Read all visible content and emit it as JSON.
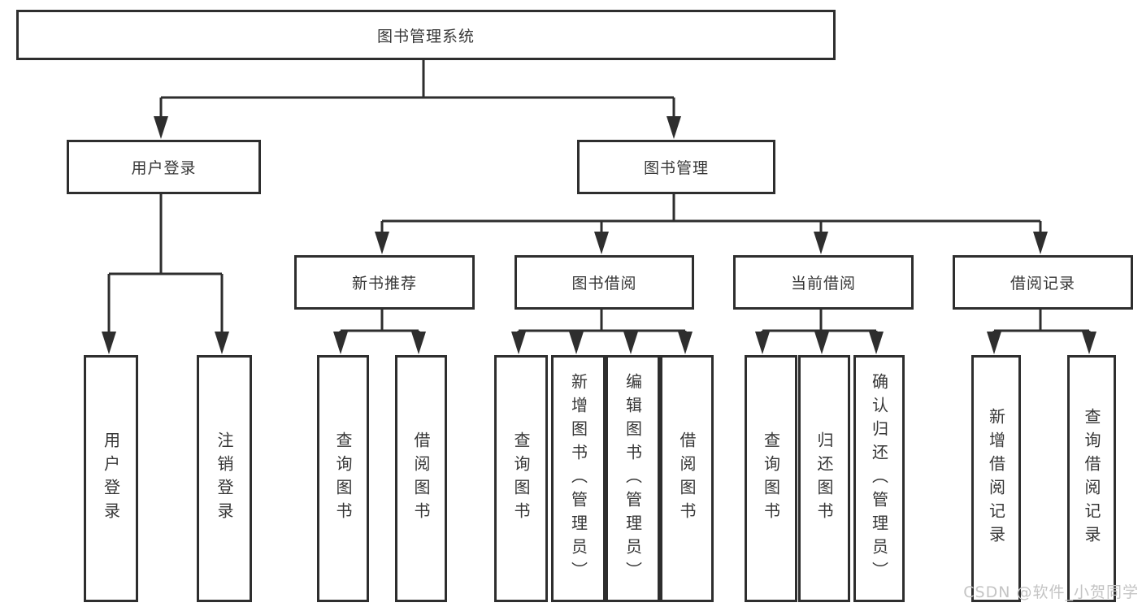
{
  "diagram": {
    "root": {
      "label": "图书管理系统"
    },
    "user_login": {
      "label": "用户登录",
      "children": {
        "login": {
          "label": "用户登录"
        },
        "logout": {
          "label": "注销登录"
        }
      }
    },
    "book_mgmt": {
      "label": "图书管理",
      "children": {
        "new_book_rec": {
          "label": "新书推荐",
          "children": {
            "query_books": {
              "label": "查询图书"
            },
            "borrow_books": {
              "label": "借阅图书"
            }
          }
        },
        "book_borrow": {
          "label": "图书借阅",
          "children": {
            "query_books": {
              "label": "查询图书"
            },
            "add_books_admin": {
              "label": "新增图书（管理员）"
            },
            "edit_books_admin": {
              "label": "编辑图书（管理员）"
            },
            "borrow_books": {
              "label": "借阅图书"
            }
          }
        },
        "current_borrow": {
          "label": "当前借阅",
          "children": {
            "query_books": {
              "label": "查询图书"
            },
            "return_books": {
              "label": "归还图书"
            },
            "confirm_return_admin": {
              "label": "确认归还（管理员）"
            }
          }
        },
        "borrow_records": {
          "label": "借阅记录",
          "children": {
            "add_borrow_record": {
              "label": "新增借阅记录"
            },
            "query_borrow_record": {
              "label": "查询借阅记录"
            }
          }
        }
      }
    }
  },
  "watermark": {
    "text": "CSDN @软件_小贺同学"
  },
  "colors": {
    "line": "#2e2e2e",
    "box_border": "#2e2e2e",
    "text": "#363636",
    "background": "#ffffff",
    "watermark": "#c4c4c4"
  }
}
